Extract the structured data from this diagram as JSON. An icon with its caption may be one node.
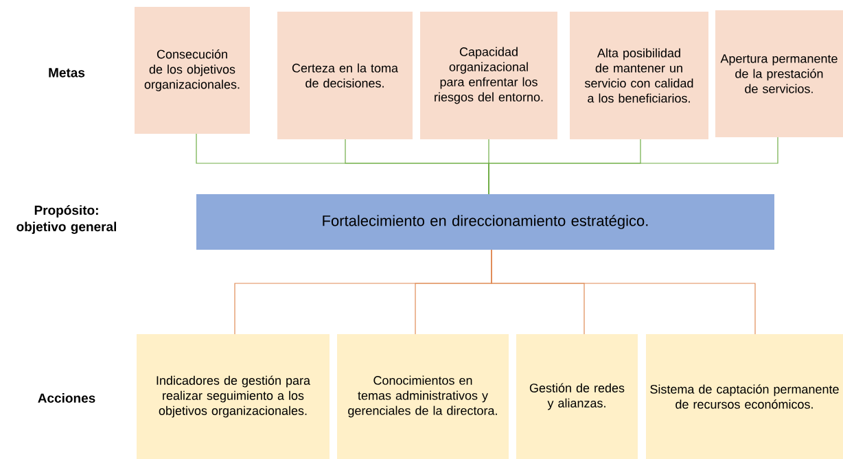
{
  "diagram": {
    "nodes": [
      {
        "text": [
          "Consecución de los objetivos organizacionales."
        ]
      },
      {
        "text": [
          "Certeza en la toma de decisiones."
        ]
      },
      {
        "text": [
          "Capacidad organizacional para enfrentar los riesgos del entorno."
        ]
      },
      {
        "text": [
          "Alta posibilidad de mantener un servicio con calidad a los beneficiarios."
        ]
      },
      {
        "text": [
          "Apertura permanente de la prestación de servicios."
        ]
      },
      {
        "text": [
          "Fortalecimiento en direccionamiento estratégico."
        ]
      },
      {
        "text": [
          "Indicadores de gestión para realizar seguimiento a los objetivos organizacionales."
        ]
      },
      {
        "text": [
          "Conocimientos en temas administrativos y gerenciales de la directora."
        ]
      },
      {
        "text": [
          "Gestión de redes y alianzas."
        ]
      },
      {
        "text": [
          "Sistema de captación permanente de recursos económicos."
        ]
      }
    ],
    "edges": [
      {
        "from": 0,
        "to": 5,
        "arrow": "none",
        "color": "#70ad47"
      },
      {
        "from": 1,
        "to": 5,
        "arrow": "none",
        "color": "#70ad47"
      },
      {
        "from": 2,
        "to": 5,
        "arrow": "none",
        "color": "#70ad47"
      },
      {
        "from": 3,
        "to": 5,
        "arrow": "none",
        "color": "#70ad47"
      },
      {
        "from": 4,
        "to": 5,
        "arrow": "none",
        "color": "#70ad47"
      },
      {
        "from": 5,
        "to": 6,
        "arrow": "none",
        "color": "#e08a55"
      },
      {
        "from": 5,
        "to": 7,
        "arrow": "none",
        "color": "#e08a55"
      },
      {
        "from": 5,
        "to": 8,
        "arrow": "none",
        "color": "#e08a55"
      },
      {
        "from": 5,
        "to": 9,
        "arrow": "none",
        "color": "#e08a55"
      }
    ],
    "labels": [
      "Metas",
      "Propósito: objetivo general",
      "Acciones"
    ]
  }
}
